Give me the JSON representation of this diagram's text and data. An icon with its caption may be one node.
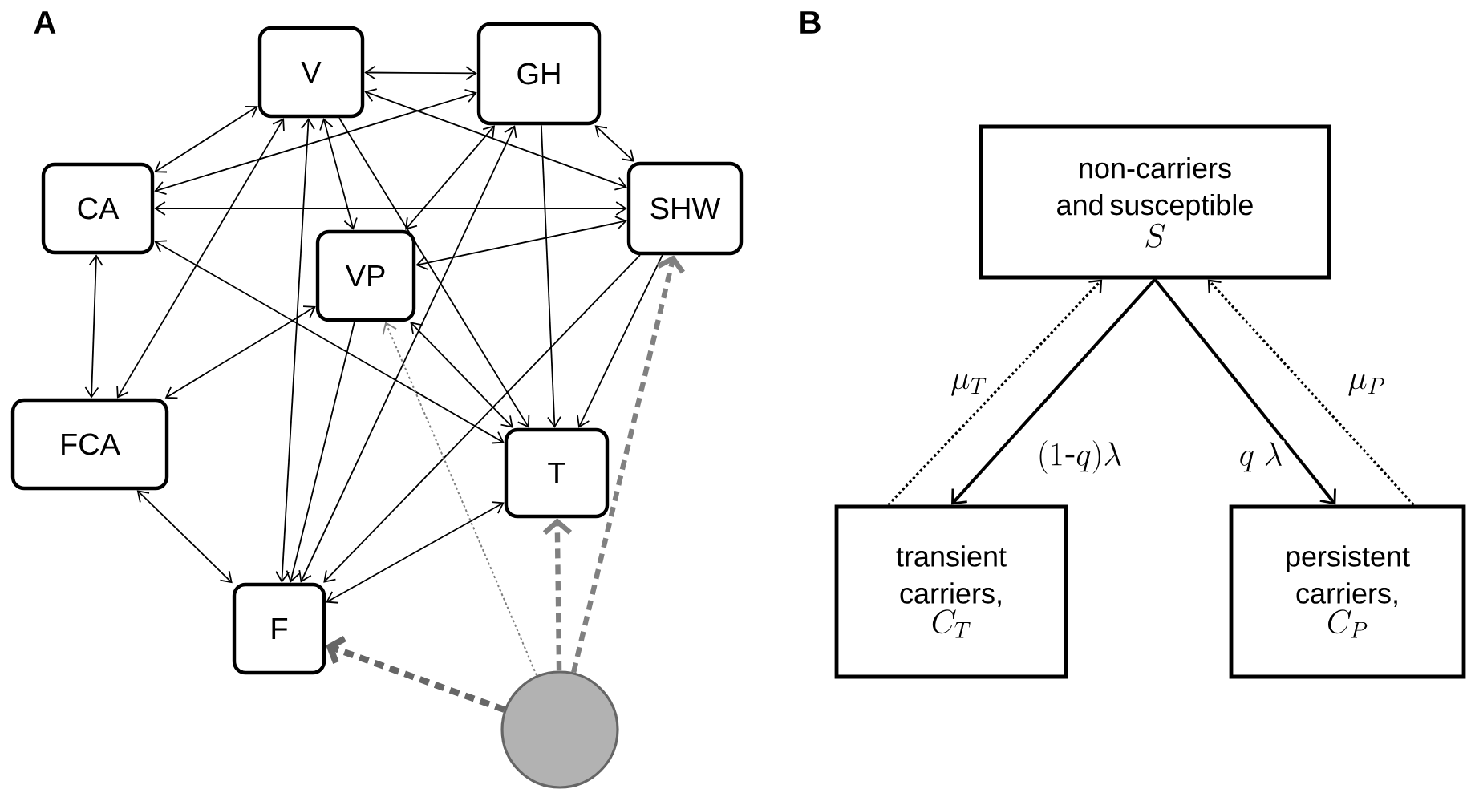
{
  "diagram": {
    "nodes": [
      {
        "text": [
          "V"
        ]
      },
      {
        "text": [
          "GH"
        ]
      },
      {
        "text": [
          "CA"
        ]
      },
      {
        "text": [
          "SHW"
        ]
      },
      {
        "text": [
          "VP"
        ]
      },
      {
        "text": [
          "FCA"
        ]
      },
      {
        "text": [
          "T"
        ]
      },
      {
        "text": [
          "F"
        ]
      },
      {
        "text": [],
        "shape": "circle"
      },
      {
        "text": [
          "non-carriers and susceptible",
          "S"
        ]
      },
      {
        "text": [
          "transient carriers,",
          "C_{T}"
        ]
      },
      {
        "text": [
          "persistent carriers,",
          "C_{P}"
        ]
      }
    ],
    "edges": [
      {
        "from": 0,
        "to": 1,
        "arrow": "both"
      },
      {
        "from": 2,
        "to": 0,
        "arrow": "both"
      },
      {
        "from": 2,
        "to": 1,
        "arrow": "both"
      },
      {
        "from": 2,
        "to": 3,
        "arrow": "both"
      },
      {
        "from": 2,
        "to": 5,
        "arrow": "both"
      },
      {
        "from": 2,
        "to": 6,
        "arrow": "both"
      },
      {
        "from": 0,
        "to": 5,
        "arrow": "both"
      },
      {
        "from": 0,
        "to": 4,
        "arrow": "both"
      },
      {
        "from": 0,
        "to": 7,
        "arrow": "both"
      },
      {
        "from": 0,
        "to": 3,
        "arrow": "both"
      },
      {
        "from": 0,
        "to": 6,
        "arrow": "to"
      },
      {
        "from": 1,
        "to": 3,
        "arrow": "both"
      },
      {
        "from": 1,
        "to": 4,
        "arrow": "both"
      },
      {
        "from": 1,
        "to": 7,
        "arrow": "both"
      },
      {
        "from": 1,
        "to": 6,
        "arrow": "to"
      },
      {
        "from": 3,
        "to": 4,
        "arrow": "both"
      },
      {
        "from": 3,
        "to": 6,
        "arrow": "to"
      },
      {
        "from": 3,
        "to": 7,
        "arrow": "to"
      },
      {
        "from": 4,
        "to": 5,
        "arrow": "both"
      },
      {
        "from": 4,
        "to": 7,
        "arrow": "to"
      },
      {
        "from": 4,
        "to": 6,
        "arrow": "both"
      },
      {
        "from": 5,
        "to": 7,
        "arrow": "both"
      },
      {
        "from": 6,
        "to": 7,
        "arrow": "both"
      },
      {
        "from": 8,
        "to": 7,
        "arrow": "to",
        "style": "dashed",
        "color": "#666666"
      },
      {
        "from": 8,
        "to": 6,
        "arrow": "to",
        "style": "dashed",
        "color": "#808080"
      },
      {
        "from": 8,
        "to": 3,
        "arrow": "to",
        "style": "dashed",
        "color": "#808080"
      },
      {
        "from": 8,
        "to": 4,
        "arrow": "to",
        "style": "dashed",
        "color": "#808080"
      },
      {
        "from": 9,
        "to": 10,
        "arrow": "to",
        "label": "(1\\mbox{-}q)\\lambda"
      },
      {
        "from": 9,
        "to": 11,
        "arrow": "to",
        "label": "q\\;\\lambda"
      },
      {
        "from": 10,
        "to": 9,
        "arrow": "to",
        "style": "dashed",
        "label": "\\mu_{T}"
      },
      {
        "from": 11,
        "to": 9,
        "arrow": "to",
        "style": "dashed",
        "label": "\\mu_{P}"
      }
    ],
    "labels": [
      "A",
      "B"
    ]
  }
}
